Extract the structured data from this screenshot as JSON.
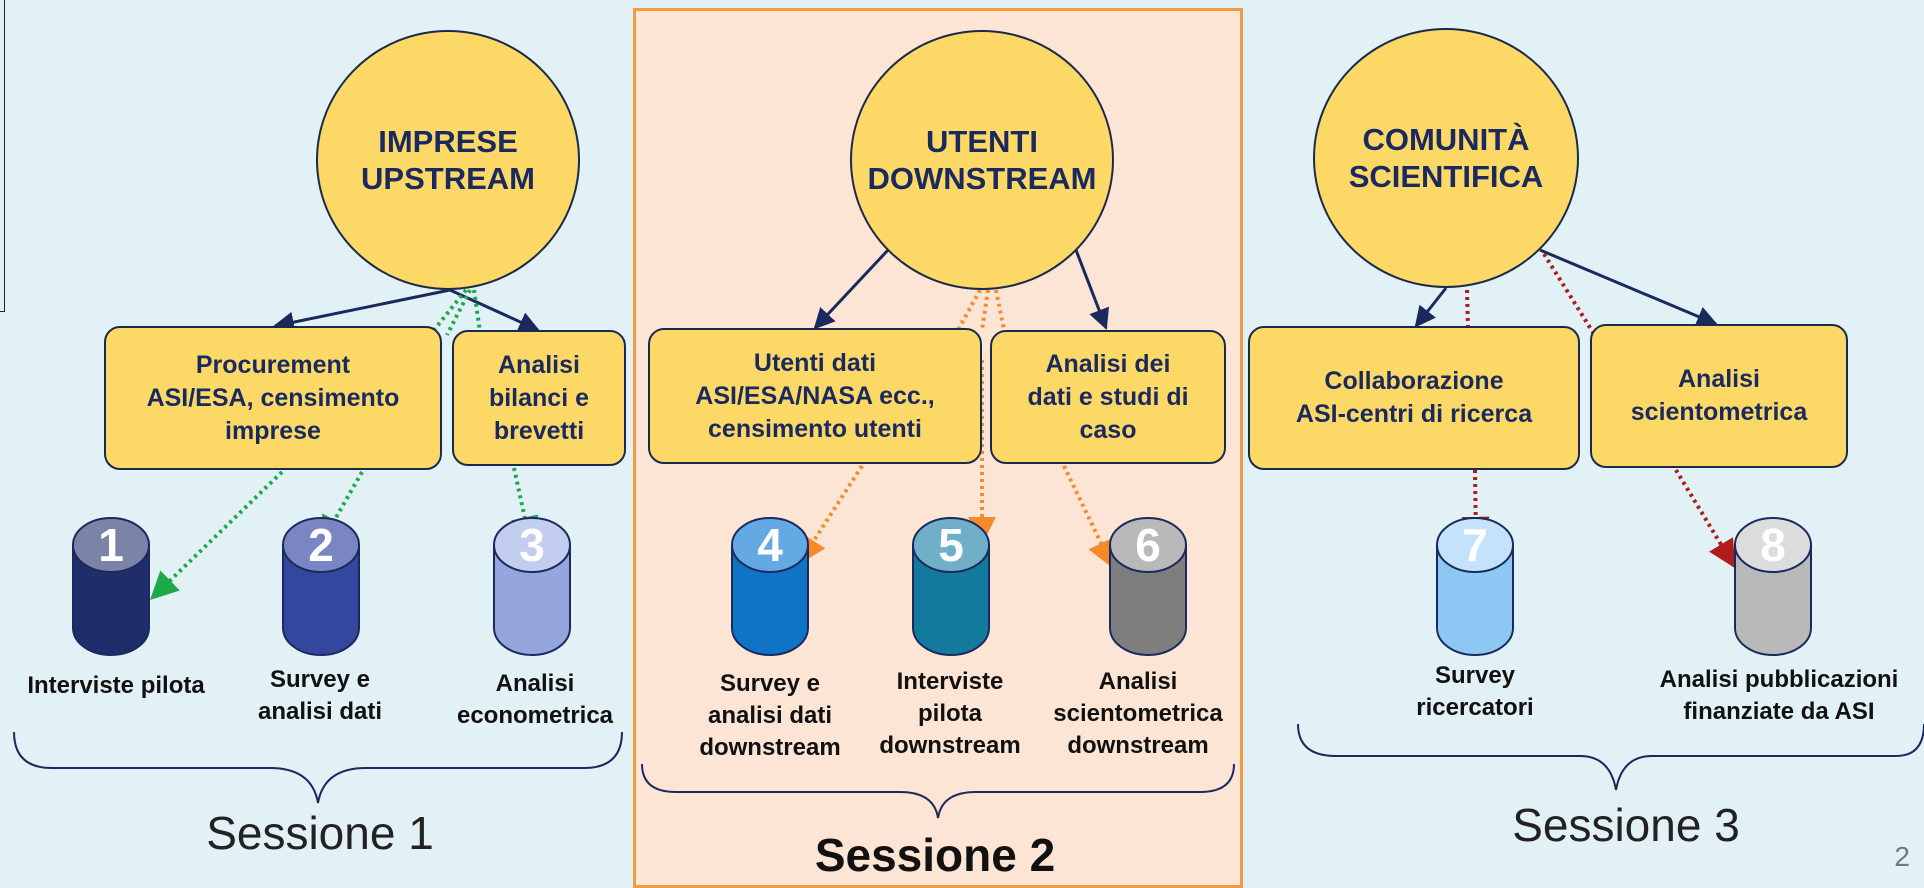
{
  "groups": [
    {
      "title": "IMPRESE\nUPSTREAM",
      "methods": [
        "Procurement\nASI/ESA, censimento\nimprese",
        "Analisi\nbilanci e\nbrevetti"
      ],
      "session": "Sessione 1"
    },
    {
      "title": "UTENTI\nDOWNSTREAM",
      "methods": [
        "Utenti dati\nASI/ESA/NASA ecc.,\ncensimento utenti",
        "Analisi dei\ndati e studi di\ncaso"
      ],
      "session": "Sessione 2"
    },
    {
      "title": "COMUNITÀ\nSCIENTIFICA",
      "methods": [
        "Collaborazione\nASI-centri di ricerca",
        "Analisi\nscientometrica"
      ],
      "session": "Sessione 3"
    }
  ],
  "databases": [
    {
      "number": "1",
      "label": "Interviste pilota",
      "color": "#1f2e6a",
      "top_color": "#7b83a8"
    },
    {
      "number": "2",
      "label": "Survey e\nanalisi dati",
      "color": "#33479f",
      "top_color": "#7a86c2"
    },
    {
      "number": "3",
      "label": "Analisi\neconometrica",
      "color": "#95a5dd",
      "top_color": "#c3cdef"
    },
    {
      "number": "4",
      "label": "Survey e\nanalisi dati\ndownstream",
      "color": "#0f74c6",
      "top_color": "#64a9e4"
    },
    {
      "number": "5",
      "label": "Interviste\npilota\ndownstream",
      "color": "#137a9e",
      "top_color": "#6fb0c8"
    },
    {
      "number": "6",
      "label": "Analisi\nscientometrica\ndownstream",
      "color": "#7e7e7e",
      "top_color": "#b9b9b9"
    },
    {
      "number": "7",
      "label": "Survey\nricercatori",
      "color": "#8cc8f3",
      "top_color": "#c4e3fa"
    },
    {
      "number": "8",
      "label": "Analisi pubblicazioni\nfinanziate da ASI",
      "color": "#b9b9b9",
      "top_color": "#dcdcdc"
    }
  ],
  "colors": {
    "group1_arrow": "#1fa84a",
    "group2_arrow": "#f58a2a",
    "group3_arrow": "#b01c1c",
    "solid_arrow": "#1a2a5e",
    "highlight_border": "#f19a3e"
  },
  "page_number": "2"
}
